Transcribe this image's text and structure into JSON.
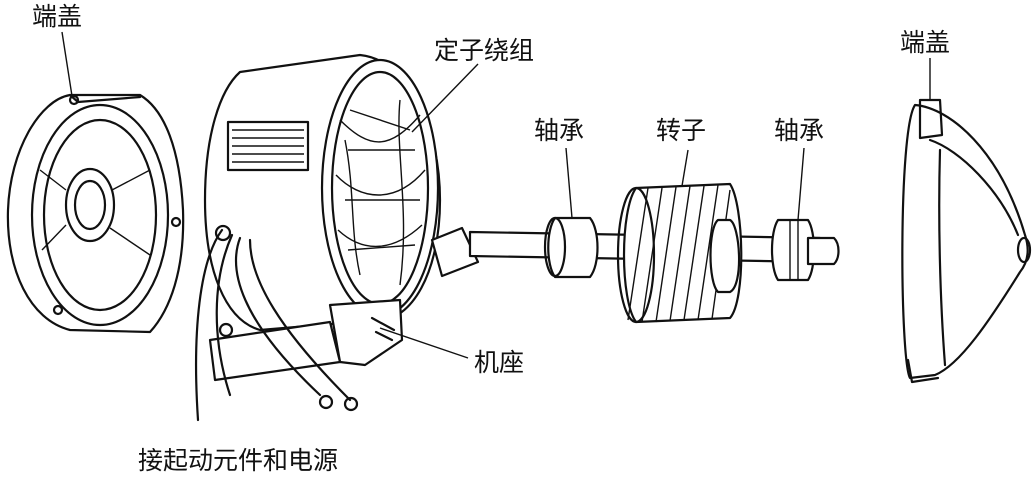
{
  "labels": {
    "end_cover_left": "端盖",
    "stator_winding": "定子绕组",
    "bearing_left": "轴承",
    "rotor": "转子",
    "bearing_right": "轴承",
    "end_cover_right": "端盖",
    "frame": "机座",
    "leads": "接起动元件和电源"
  }
}
